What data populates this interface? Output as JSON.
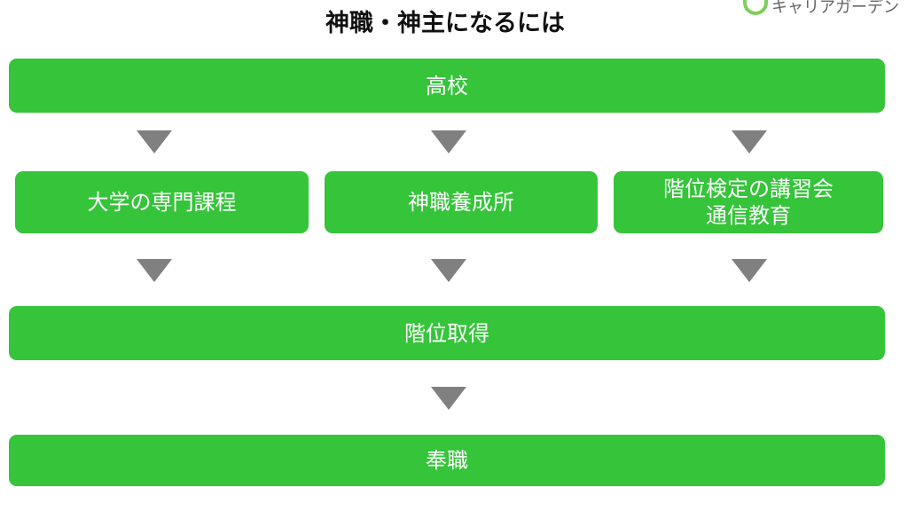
{
  "title": "神職・神主になるには",
  "logo_text": "キャリアガーデン",
  "colors": {
    "box": "#35c43a",
    "arrow": "#808080"
  },
  "steps": {
    "high_school": "高校",
    "university": "大学の専門課程",
    "training_school": "神職養成所",
    "course_line1": "階位検定の講習会",
    "course_line2": "通信教育",
    "rank": "階位取得",
    "employment": "奉職"
  }
}
